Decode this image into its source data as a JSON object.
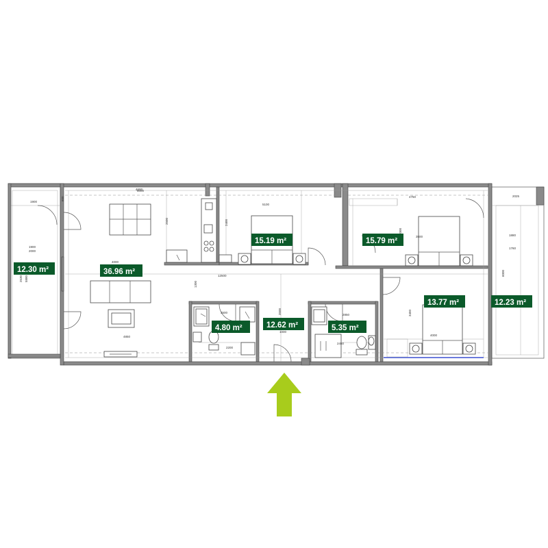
{
  "areas": [
    {
      "id": "balcony-left",
      "label": "12.30 m²"
    },
    {
      "id": "living-room",
      "label": "36.96 m²"
    },
    {
      "id": "bedroom-1",
      "label": "15.19 m²"
    },
    {
      "id": "bedroom-2",
      "label": "15.79 m²"
    },
    {
      "id": "bedroom-3",
      "label": "13.77 m²"
    },
    {
      "id": "balcony-right",
      "label": "12.23 m²"
    },
    {
      "id": "bathroom-1",
      "label": "4.80 m²"
    },
    {
      "id": "hallway",
      "label": "12.62 m²"
    },
    {
      "id": "bathroom-2",
      "label": "5.35 m²"
    }
  ],
  "dimensions": [
    "1900",
    "1900",
    "2000",
    "2530",
    "5880",
    "4000",
    "6000",
    "2500",
    "4600",
    "4850",
    "1300",
    "2400",
    "5100",
    "12500",
    "3500",
    "2200",
    "3500",
    "1000",
    "2850",
    "2450",
    "2000",
    "4750",
    "3500",
    "3450",
    "4000",
    "1880",
    "1760",
    "6000",
    "2025",
    "600"
  ],
  "colors": {
    "area_label_bg": "#0b5a2a",
    "area_label_text": "#ffffff",
    "entrance_arrow": "#a8cc1c",
    "wall": "#8a8a8a"
  },
  "icons": {
    "entrance": "up-arrow-icon"
  }
}
